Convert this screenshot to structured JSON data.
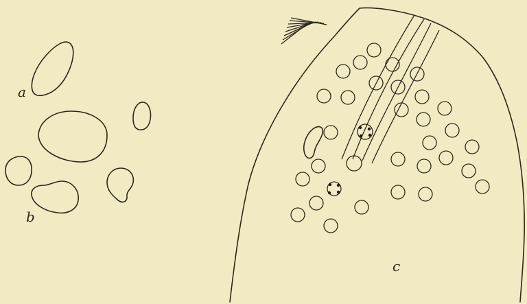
{
  "figure": {
    "background": "#f2eac2",
    "ink": "#2a2620",
    "labels": {
      "a": "a",
      "b": "b",
      "c": "c"
    }
  }
}
